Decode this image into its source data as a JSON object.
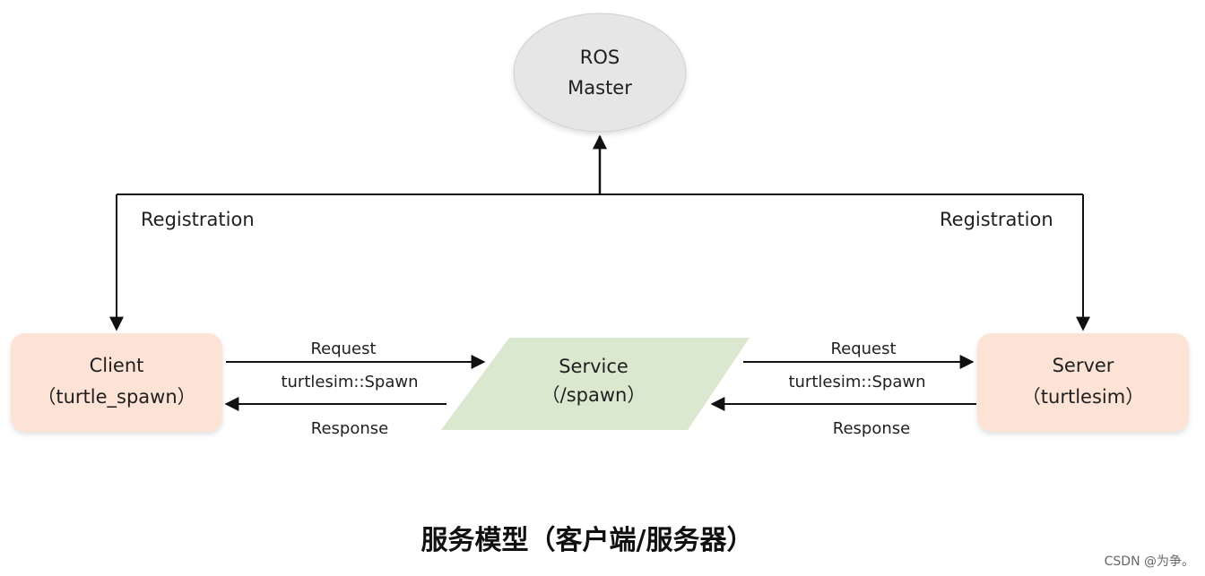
{
  "nodes": {
    "master": {
      "line1": "ROS",
      "line2": "Master",
      "fill": "#e6e6e6"
    },
    "client": {
      "line1": "Client",
      "line2": "（turtle_spawn）",
      "fill": "#fde3d6"
    },
    "service": {
      "line1": "Service",
      "line2": "（/spawn）",
      "fill": "#dbe8d0"
    },
    "server": {
      "line1": "Server",
      "line2": "（turtlesim）",
      "fill": "#fde3d6"
    }
  },
  "edges": {
    "client_registration": "Registration",
    "server_registration": "Registration",
    "left_request": "Request",
    "left_message_type": "turtlesim::Spawn",
    "left_response": "Response",
    "right_request": "Request",
    "right_message_type": "turtlesim::Spawn",
    "right_response": "Response"
  },
  "caption": "服务模型（客户端/服务器）",
  "watermark": "CSDN @为争。"
}
